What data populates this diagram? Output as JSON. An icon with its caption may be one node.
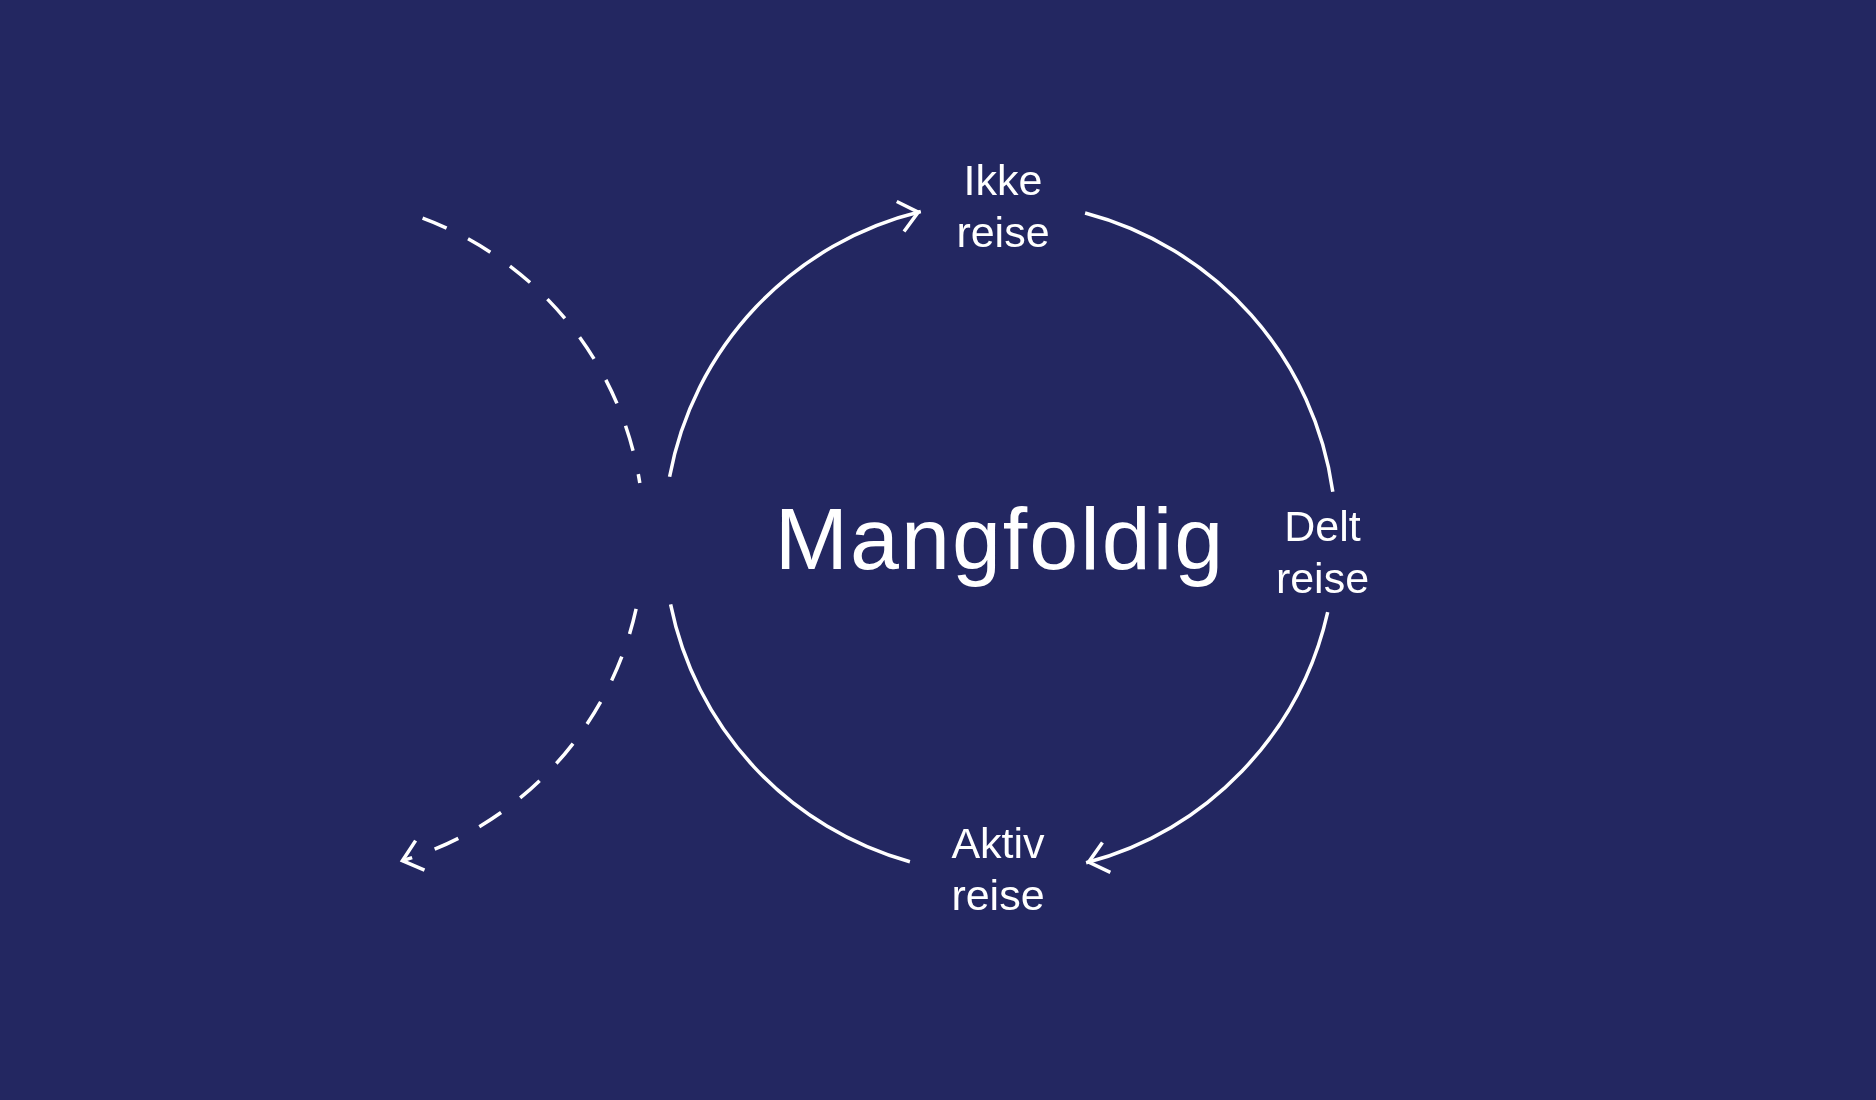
{
  "diagram": {
    "nodes": [
      {
        "text": [
          "Ikke reise"
        ]
      },
      {
        "text": [
          "Delt reise"
        ]
      },
      {
        "text": [
          "Aktiv reise"
        ]
      }
    ],
    "edges": [
      {
        "from": 0,
        "to": 1,
        "arrow": "none"
      },
      {
        "from": 1,
        "to": 2,
        "arrow": "to"
      },
      {
        "from": 2,
        "to": null,
        "arrow": "none"
      },
      {
        "from": null,
        "to": 0,
        "arrow": "to"
      }
    ],
    "labels": [
      "Mangfoldig"
    ]
  }
}
